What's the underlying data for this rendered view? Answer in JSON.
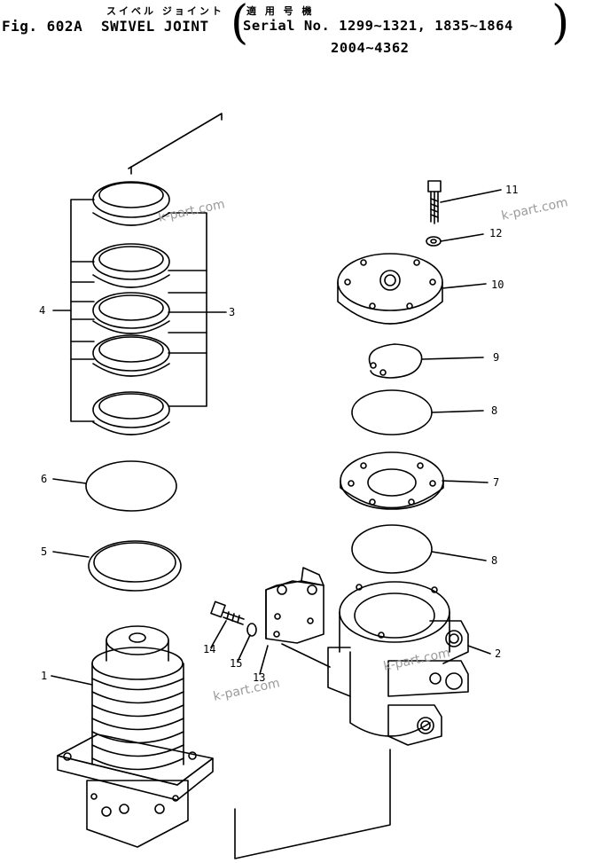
{
  "header": {
    "fig_label": "Fig. 602A",
    "title_en": "SWIVEL JOINT",
    "title_jp": "スイベル ジョイント",
    "applicable_jp": "適 用 号 機",
    "serial_line1": "Serial No. 1299~1321, 1835~1864",
    "serial_line2": "2004~4362"
  },
  "watermark": "k-part.com",
  "callouts": {
    "p1": "1",
    "p2": "2",
    "p3": "3",
    "p4": "4",
    "p5": "5",
    "p6": "6",
    "p7": "7",
    "p8a": "8",
    "p8b": "8",
    "p9": "9",
    "p10": "10",
    "p11": "11",
    "p12": "12",
    "p13": "13",
    "p14": "14",
    "p15": "15"
  }
}
